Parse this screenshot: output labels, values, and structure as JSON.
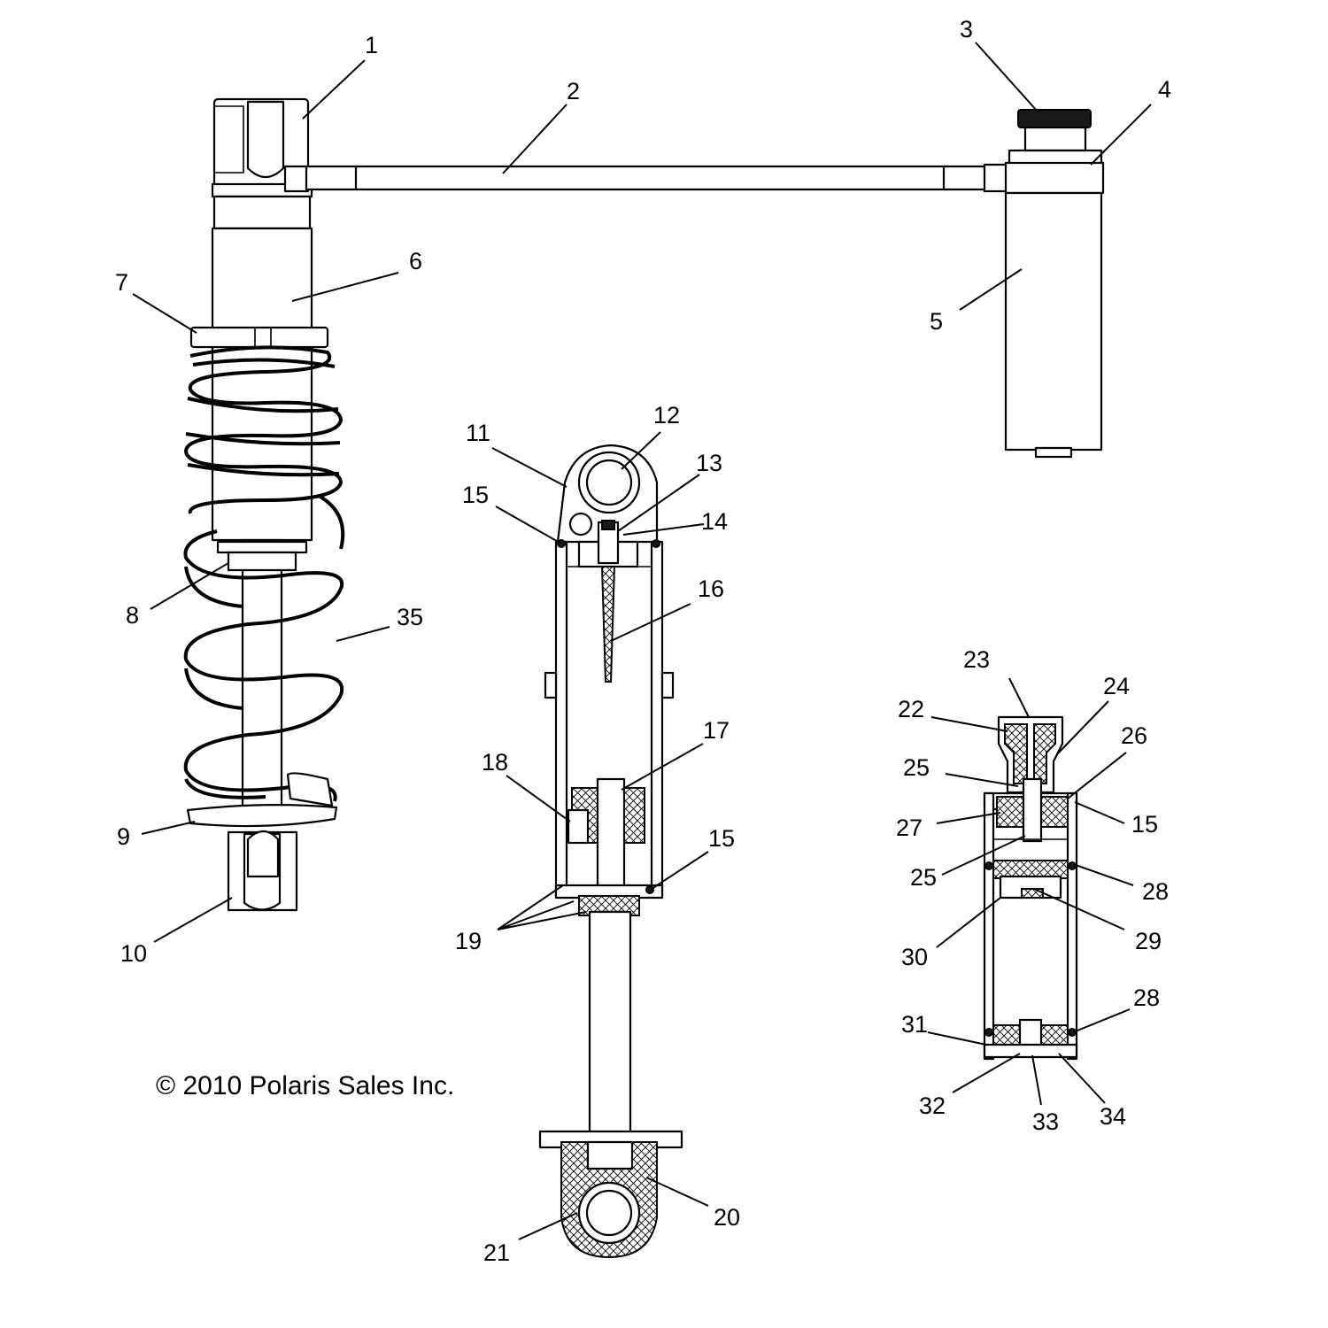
{
  "copyright": "© 2010 Polaris Sales Inc.",
  "callouts": [
    {
      "id": "c1",
      "label": "1"
    },
    {
      "id": "c2",
      "label": "2"
    },
    {
      "id": "c3",
      "label": "3"
    },
    {
      "id": "c4",
      "label": "4"
    },
    {
      "id": "c5",
      "label": "5"
    },
    {
      "id": "c6",
      "label": "6"
    },
    {
      "id": "c7",
      "label": "7"
    },
    {
      "id": "c8",
      "label": "8"
    },
    {
      "id": "c9",
      "label": "9"
    },
    {
      "id": "c10",
      "label": "10"
    },
    {
      "id": "c11",
      "label": "11"
    },
    {
      "id": "c12",
      "label": "12"
    },
    {
      "id": "c13",
      "label": "13"
    },
    {
      "id": "c14",
      "label": "14"
    },
    {
      "id": "c15a",
      "label": "15"
    },
    {
      "id": "c15b",
      "label": "15"
    },
    {
      "id": "c15c",
      "label": "15"
    },
    {
      "id": "c16",
      "label": "16"
    },
    {
      "id": "c17",
      "label": "17"
    },
    {
      "id": "c18",
      "label": "18"
    },
    {
      "id": "c19",
      "label": "19"
    },
    {
      "id": "c20",
      "label": "20"
    },
    {
      "id": "c21",
      "label": "21"
    },
    {
      "id": "c22",
      "label": "22"
    },
    {
      "id": "c23",
      "label": "23"
    },
    {
      "id": "c24",
      "label": "24"
    },
    {
      "id": "c25a",
      "label": "25"
    },
    {
      "id": "c25b",
      "label": "25"
    },
    {
      "id": "c26",
      "label": "26"
    },
    {
      "id": "c27",
      "label": "27"
    },
    {
      "id": "c28a",
      "label": "28"
    },
    {
      "id": "c28b",
      "label": "28"
    },
    {
      "id": "c29",
      "label": "29"
    },
    {
      "id": "c30",
      "label": "30"
    },
    {
      "id": "c31",
      "label": "31"
    },
    {
      "id": "c32",
      "label": "32"
    },
    {
      "id": "c33",
      "label": "33"
    },
    {
      "id": "c34",
      "label": "34"
    },
    {
      "id": "c35",
      "label": "35"
    }
  ]
}
